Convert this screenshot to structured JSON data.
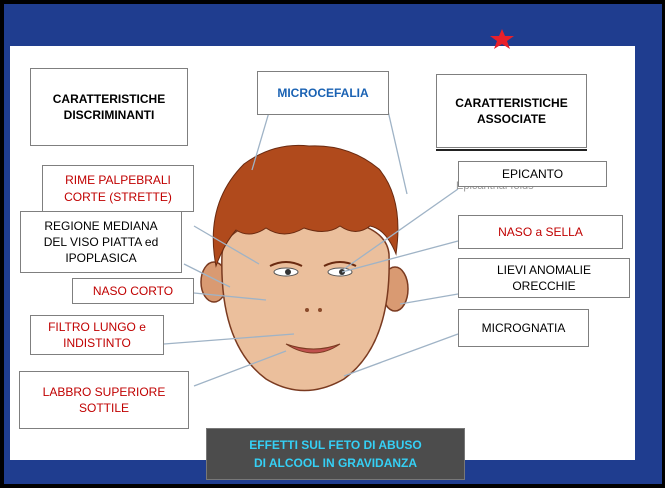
{
  "slide": {
    "center_label": "MICROCEFALIA",
    "left_header": [
      "CARATTERISTICHE",
      "DISCRIMINANTI"
    ],
    "right_header": [
      "CARATTERISTICHE",
      "ASSOCIATE"
    ],
    "left_features": [
      {
        "lines": [
          "RIME PALPEBRALI",
          "CORTE (STRETTE)"
        ],
        "color": "#c00000"
      },
      {
        "lines": [
          "REGIONE MEDIANA",
          "DEL VISO PIATTA ed",
          "IPOPLASICA"
        ],
        "color": "#000000"
      },
      {
        "lines": [
          "NASO CORTO"
        ],
        "color": "#c00000"
      },
      {
        "lines": [
          "FILTRO LUNGO e",
          "INDISTINTO"
        ],
        "color": "#c00000"
      },
      {
        "lines": [
          "LABBRO SUPERIORE",
          "SOTTILE"
        ],
        "color": "#c00000"
      }
    ],
    "right_features": [
      {
        "lines": [
          "EPICANTO"
        ],
        "color": "#000000"
      },
      {
        "lines": [
          "NASO a SELLA"
        ],
        "color": "#c00000"
      },
      {
        "lines": [
          "LIEVI ANOMALIE",
          "ORECCHIE"
        ],
        "color": "#000000"
      },
      {
        "lines": [
          "MICROGNATIA"
        ],
        "color": "#000000"
      }
    ],
    "faint_text": "Epicanthal folds",
    "footer": [
      "EFFETTI SUL FETO DI ABUSO",
      "DI ALCOOL IN GRAVIDANZA"
    ],
    "colors": {
      "background": "#1f3d8f",
      "accent_red": "#c00000",
      "accent_blue": "#1a62b3",
      "footer_text": "#35d0f5"
    }
  }
}
